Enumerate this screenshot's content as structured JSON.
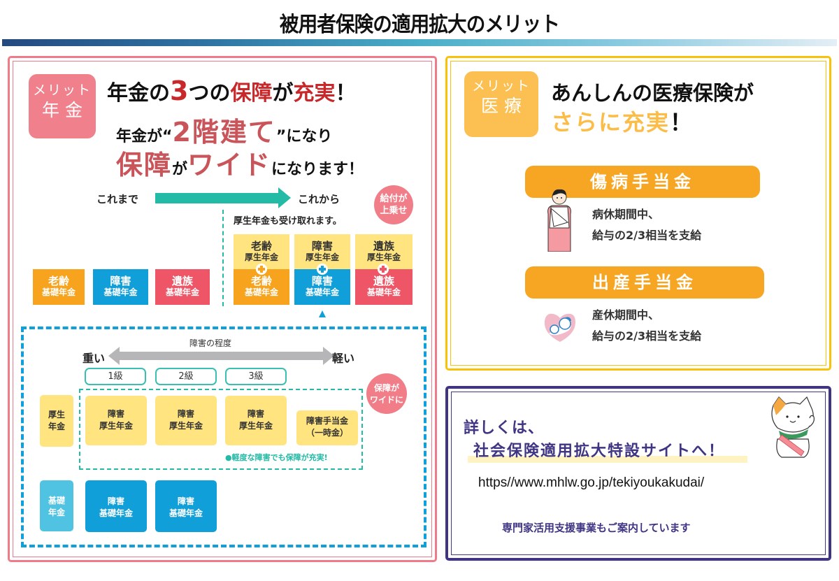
{
  "header": {
    "title": "被用者保険の適用拡大のメリット"
  },
  "pension": {
    "badge": {
      "line1": "メリット",
      "line2": "年金"
    },
    "headline1": {
      "a": "年金の",
      "b": "3",
      "c": "つの",
      "d": "保障",
      "e": "が",
      "f": "充実",
      "g": "！"
    },
    "headline2": {
      "a": "年金が“",
      "b": "2階建て",
      "c": "”になり"
    },
    "headline3": {
      "a": "保障",
      "b": "が",
      "c": "ワイド",
      "d": "になります！"
    },
    "before_label": "これまで",
    "after_label": "これから",
    "benefit_badge": {
      "line1": "給付が",
      "line2": "上乗せ"
    },
    "also_receive_note": "厚生年金も受け取れます。",
    "before_blocks": [
      {
        "title": "老齢",
        "sub": "基礎年金",
        "color": "#f7a31d"
      },
      {
        "title": "障害",
        "sub": "基礎年金",
        "color": "#119fd9"
      },
      {
        "title": "遺族",
        "sub": "基礎年金",
        "color": "#ee5566"
      }
    ],
    "after_blocks": [
      {
        "upper_title": "老齢",
        "upper_sub": "厚生年金",
        "lower_title": "老齢",
        "lower_sub": "基礎年金",
        "color": "#f7a31d"
      },
      {
        "upper_title": "障害",
        "upper_sub": "厚生年金",
        "lower_title": "障害",
        "lower_sub": "基礎年金",
        "color": "#119fd9"
      },
      {
        "upper_title": "遺族",
        "upper_sub": "厚生年金",
        "lower_title": "遺族",
        "lower_sub": "基礎年金",
        "color": "#ee5566"
      }
    ],
    "disability": {
      "degree_label": "障害の程度",
      "heavy_label": "重い",
      "light_label": "軽い",
      "grades": [
        "1級",
        "2級",
        "3級"
      ],
      "wide_badge": {
        "line1": "保障が",
        "line2": "ワイドに"
      },
      "employee_row_label": {
        "line1": "厚生",
        "line2": "年金"
      },
      "employee_blocks": [
        {
          "line1": "障害",
          "line2": "厚生年金"
        },
        {
          "line1": "障害",
          "line2": "厚生年金"
        },
        {
          "line1": "障害",
          "line2": "厚生年金"
        },
        {
          "line1": "障害手当金",
          "line2": "（一時金）"
        }
      ],
      "mild_note": "●軽度な障害でも保障が充実!",
      "basic_row_label": {
        "line1": "基礎",
        "line2": "年金"
      },
      "basic_blocks": [
        {
          "line1": "障害",
          "line2": "基礎年金"
        },
        {
          "line1": "障害",
          "line2": "基礎年金"
        }
      ]
    }
  },
  "medical": {
    "badge": {
      "line1": "メリット",
      "line2": "医療"
    },
    "headline1": "あんしんの医療保険が",
    "headline2": {
      "a": "さらに充実",
      "b": "！"
    },
    "items": [
      {
        "title": "傷病手当金",
        "line1": "病休期間中、",
        "line2": "給与の2/3相当を支給",
        "icon": "injured-person-icon"
      },
      {
        "title": "出産手当金",
        "line1": "産休期間中、",
        "line2": "給与の2/3相当を支給",
        "icon": "maternity-mark-icon"
      }
    ]
  },
  "info": {
    "line1": "詳しくは、",
    "line2": "社会保険適用拡大特設サイトへ！",
    "url": "https//www.mhlw.go.jp/tekiyoukakudai/",
    "note": "専門家活用支援事業もご案内しています",
    "mascot": "cat-mascot-icon"
  },
  "colors": {
    "pension_border": "#ef7b8a",
    "medical_border": "#f9c20a",
    "info_border": "#3f3583",
    "teal": "#23bba6",
    "orange": "#f7a31d",
    "blue": "#119fd9",
    "red": "#ee5566",
    "yellow": "#ffe47f"
  }
}
